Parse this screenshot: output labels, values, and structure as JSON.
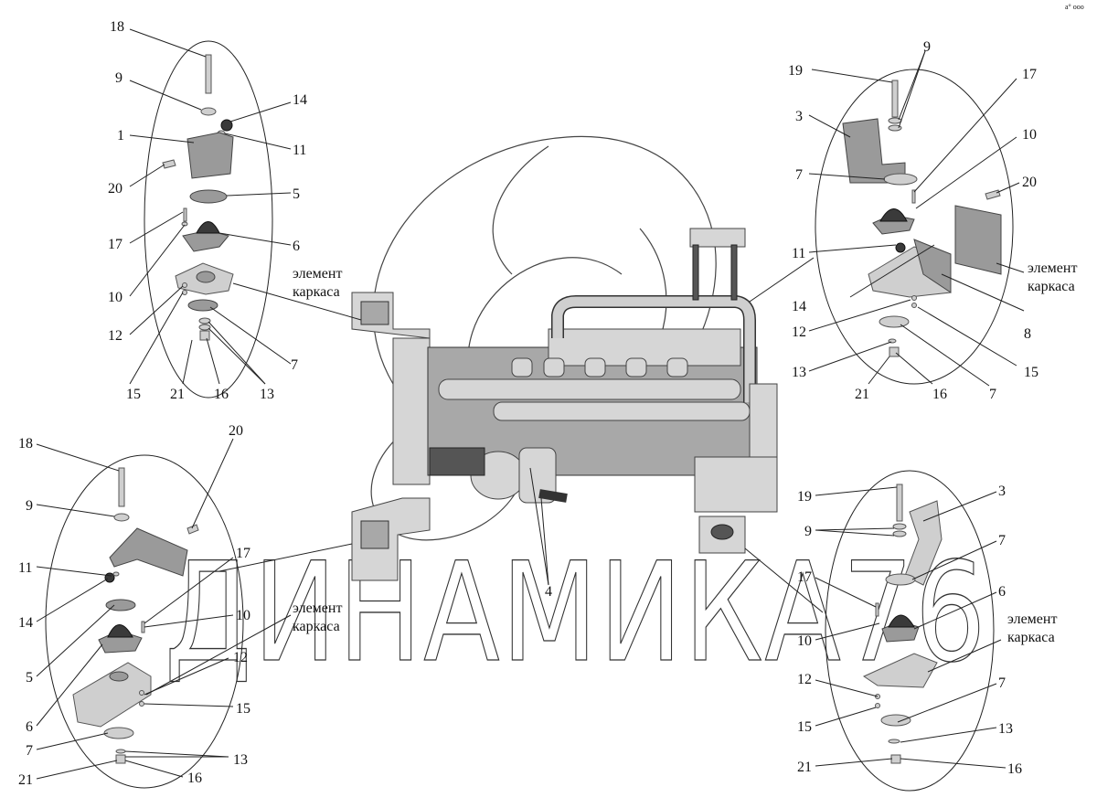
{
  "watermark": {
    "text": "ДИНАМИКА76"
  },
  "corner_mark": "a° ooo",
  "labels": {
    "tl_18": "18",
    "tl_9": "9",
    "tl_14": "14",
    "tl_1": "1",
    "tl_11": "11",
    "tl_20": "20",
    "tl_5": "5",
    "tl_17": "17",
    "tl_6": "6",
    "tl_10": "10",
    "tl_12": "12",
    "tl_7": "7",
    "tl_15": "15",
    "tl_21": "21",
    "tl_16": "16",
    "tl_13": "13",
    "tr_19": "19",
    "tr_9": "9",
    "tr_17": "17",
    "tr_3": "3",
    "tr_10": "10",
    "tr_7": "7",
    "tr_20": "20",
    "tr_11": "11",
    "tr_14": "14",
    "tr_8": "8",
    "tr_12": "12",
    "tr_15": "15",
    "tr_13": "13",
    "tr_21": "21",
    "tr_16": "16",
    "tr_7b": "7",
    "bl_18": "18",
    "bl_20": "20",
    "bl_9": "9",
    "bl_11": "11",
    "bl_17": "17",
    "bl_14": "14",
    "bl_10": "10",
    "bl_12": "12",
    "bl_5": "5",
    "bl_15": "15",
    "bl_6": "6",
    "bl_7": "7",
    "bl_13": "13",
    "bl_21": "21",
    "bl_16": "16",
    "br_19": "19",
    "br_3": "3",
    "br_9": "9",
    "br_7": "7",
    "br_17": "17",
    "br_6": "6",
    "br_10": "10",
    "br_12": "12",
    "br_7b": "7",
    "br_15": "15",
    "br_13": "13",
    "br_21": "21",
    "br_16": "16",
    "center_4": "4"
  },
  "frame_labels": {
    "tl_line1": "элемент",
    "tl_line2": "каркаса",
    "tr_line1": "элемент",
    "tr_line2": "каркаса",
    "bl_line1": "элемент",
    "bl_line2": "каркаса",
    "br_line1": "элемент",
    "br_line2": "каркаса"
  }
}
